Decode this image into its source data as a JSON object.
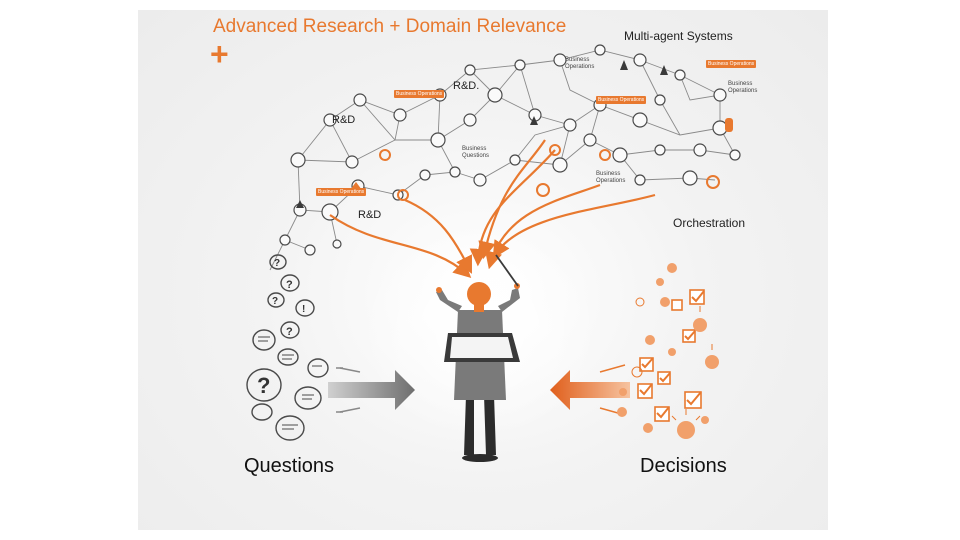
{
  "title": "Advanced Research + Domain Relevance",
  "title_plus": "+",
  "labels": {
    "multi_agent": "Multi-agent Systems",
    "rnd_1": "R&D",
    "rnd_2": "R&D.",
    "rnd_3": "R&D",
    "business_ops_1": "Business Operations",
    "business_ops_2": "Business Operations",
    "business_ops_3": "Business Questions",
    "business_ops_4": "Business Operations",
    "orchestration": "Orchestration",
    "questions": "Questions",
    "decisions": "Decisions"
  },
  "tags": {
    "t1": "Business Operations",
    "t2": "Business Operations",
    "t3": "Business Operations",
    "t4": "Business Operations"
  },
  "colors": {
    "accent": "#e8792f",
    "ink": "#3a3a3a",
    "line": "#8a8a8a"
  }
}
